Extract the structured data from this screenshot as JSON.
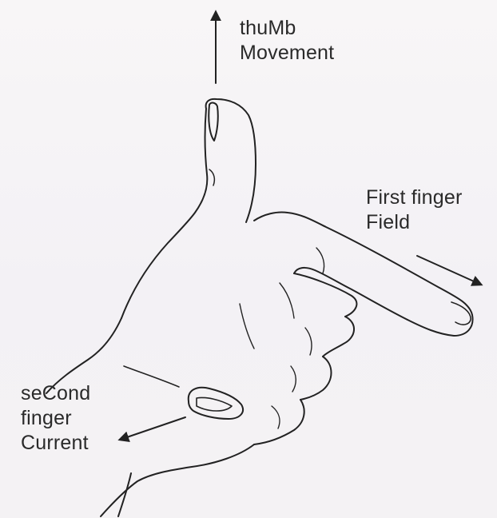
{
  "diagram": {
    "labels": {
      "thumb": {
        "line1": "thuMb",
        "line2": "Movement"
      },
      "first_finger": {
        "line1": "First finger",
        "line2": "Field"
      },
      "second_finger": {
        "line1": "seCond",
        "line2": "finger",
        "line3": "Current"
      }
    },
    "colors": {
      "background": "#f6f3f4",
      "ink": "#222222"
    }
  }
}
